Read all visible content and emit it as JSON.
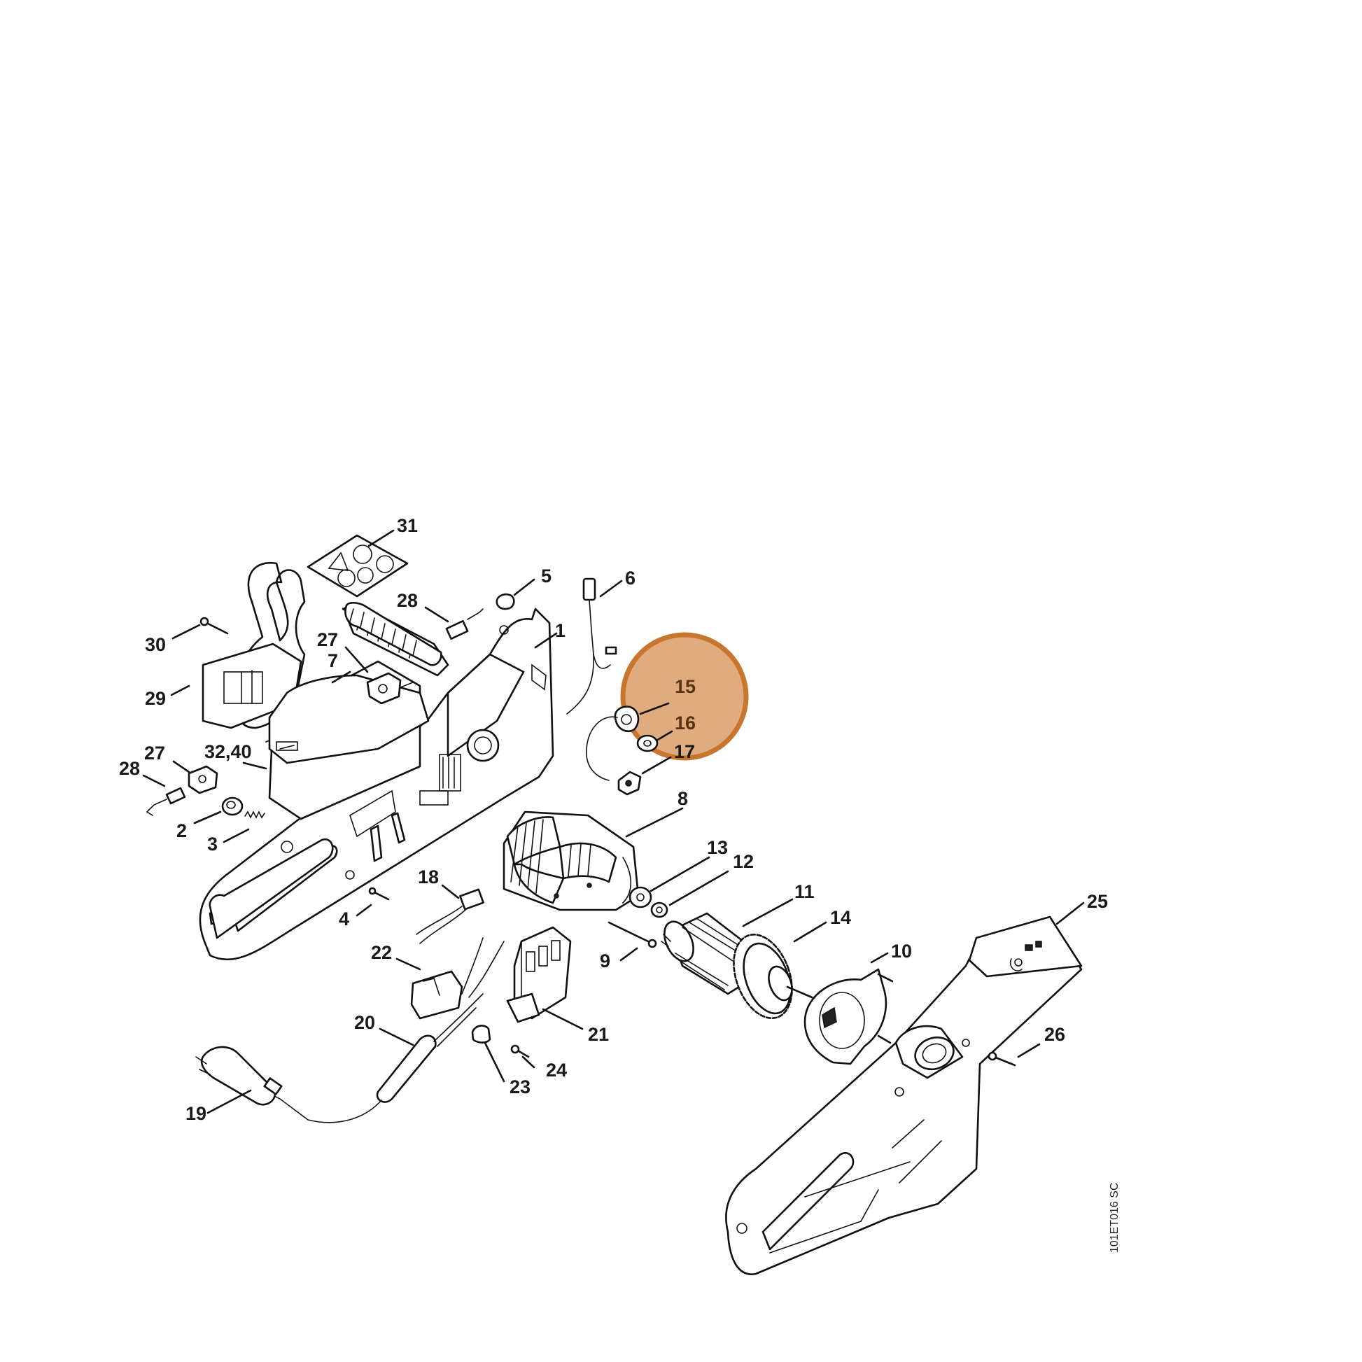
{
  "diagram": {
    "figure_code": "101ET016 SC",
    "highlight_color": "#d99a63",
    "highlight_ring_color": "#c8752d",
    "callouts": [
      {
        "id": "c31",
        "label": "31"
      },
      {
        "id": "c5",
        "label": "5"
      },
      {
        "id": "c6",
        "label": "6"
      },
      {
        "id": "c28a",
        "label": "28"
      },
      {
        "id": "c1",
        "label": "1"
      },
      {
        "id": "c30",
        "label": "30"
      },
      {
        "id": "c27a",
        "label": "27"
      },
      {
        "id": "c7",
        "label": "7"
      },
      {
        "id": "c29",
        "label": "29"
      },
      {
        "id": "c15",
        "label": "15"
      },
      {
        "id": "c16",
        "label": "16"
      },
      {
        "id": "c17",
        "label": "17"
      },
      {
        "id": "c27b",
        "label": "27"
      },
      {
        "id": "c3240",
        "label": "32,40"
      },
      {
        "id": "c28b",
        "label": "28"
      },
      {
        "id": "c8",
        "label": "8"
      },
      {
        "id": "c2",
        "label": "2"
      },
      {
        "id": "c3",
        "label": "3"
      },
      {
        "id": "c13",
        "label": "13"
      },
      {
        "id": "c12",
        "label": "12"
      },
      {
        "id": "c18",
        "label": "18"
      },
      {
        "id": "c11",
        "label": "11"
      },
      {
        "id": "c25",
        "label": "25"
      },
      {
        "id": "c4",
        "label": "4"
      },
      {
        "id": "c14",
        "label": "14"
      },
      {
        "id": "c22",
        "label": "22"
      },
      {
        "id": "c10",
        "label": "10"
      },
      {
        "id": "c9",
        "label": "9"
      },
      {
        "id": "c26",
        "label": "26"
      },
      {
        "id": "c20",
        "label": "20"
      },
      {
        "id": "c21",
        "label": "21"
      },
      {
        "id": "c24",
        "label": "24"
      },
      {
        "id": "c23",
        "label": "23"
      },
      {
        "id": "c19",
        "label": "19"
      }
    ]
  }
}
